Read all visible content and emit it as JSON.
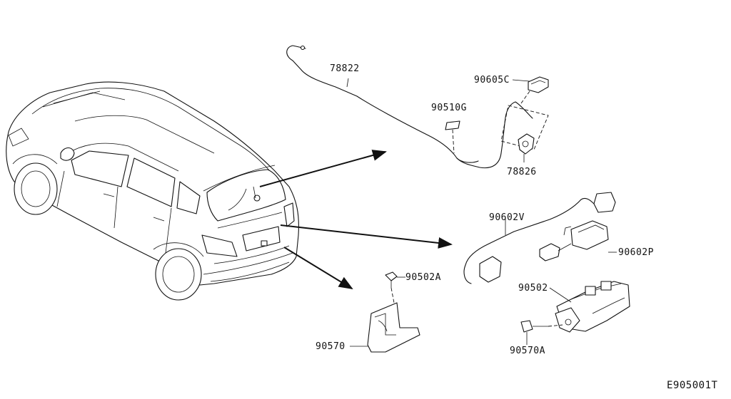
{
  "diagram": {
    "callouts": {
      "p78822": "78822",
      "p90605C": "90605C",
      "p90510G": "90510G",
      "p78826": "78826",
      "p90602V": "90602V",
      "p90602P": "90602P",
      "p90502A": "90502A",
      "p90502": "90502",
      "p90570": "90570",
      "p90570A": "90570A"
    },
    "figure_code": "E905001T"
  }
}
